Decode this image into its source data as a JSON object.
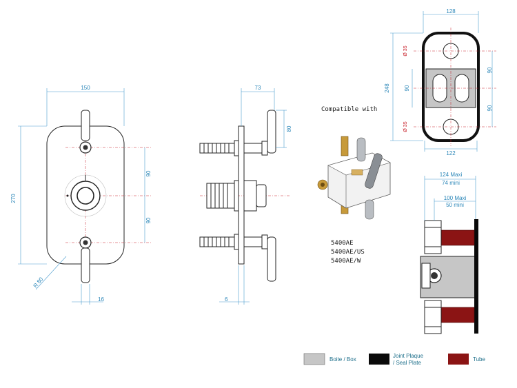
{
  "front_view": {
    "width_label": "150",
    "height_label": "270",
    "upper_spacing_label": "90",
    "lower_spacing_label": "90",
    "radius_label": "R 80",
    "handle_offset_label": "16"
  },
  "side_view": {
    "depth_label": "73",
    "handle_height_label": "80",
    "plate_thickness_label": "6"
  },
  "compatible": {
    "heading": "Compatible with",
    "models": [
      "5400AE",
      "5400AE/US",
      "5400AE/W"
    ]
  },
  "cutout_view": {
    "outer_width_label": "128",
    "height_label": "248",
    "inner_width_label": "122",
    "right_upper_label": "90",
    "right_lower_label": "90",
    "left_middle_label": "90",
    "top_hole_label": "Ø 35",
    "bottom_hole_label": "Ø 35"
  },
  "section_view": {
    "outer_depth_label": "124 Maxi",
    "outer_depth_min_label": "74 mini",
    "inner_depth_label": "100 Maxi",
    "inner_depth_min_label": "50 mini"
  },
  "legend": [
    {
      "label": "Boite / Box",
      "color": "#c6c6c6"
    },
    {
      "label": "Joint Plaque / Seal Plate",
      "label_line1": "Joint Plaque",
      "label_line2": "/ Seal Plate",
      "color": "#0a0a0a"
    },
    {
      "label": "Tube",
      "color": "#8b1414"
    }
  ],
  "colors": {
    "dimension": "#2a86b8",
    "centerline": "#c8202a"
  }
}
